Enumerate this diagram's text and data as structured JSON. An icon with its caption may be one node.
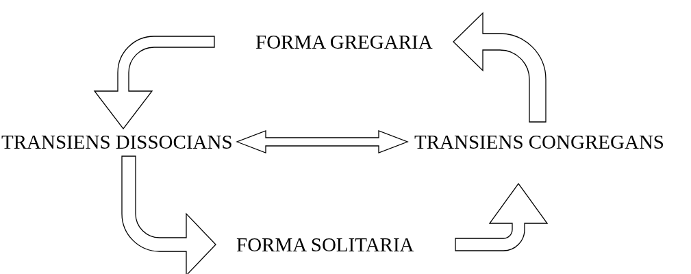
{
  "diagram": {
    "nodes": [
      {
        "text": [
          "FORMA GREGARIA"
        ]
      },
      {
        "text": [
          "TRANSIENS DISSOCIANS"
        ]
      },
      {
        "text": [
          "TRANSIENS CONGREGANS"
        ]
      },
      {
        "text": [
          "FORMA SOLITARIA"
        ]
      }
    ],
    "edges": [
      {
        "from": 0,
        "to": 1,
        "arrow": "to"
      },
      {
        "from": 1,
        "to": 2,
        "arrow": "both"
      },
      {
        "from": 1,
        "to": 3,
        "arrow": "to"
      },
      {
        "from": 3,
        "to": 2,
        "arrow": "to"
      },
      {
        "from": 2,
        "to": 0,
        "arrow": "to"
      }
    ]
  }
}
